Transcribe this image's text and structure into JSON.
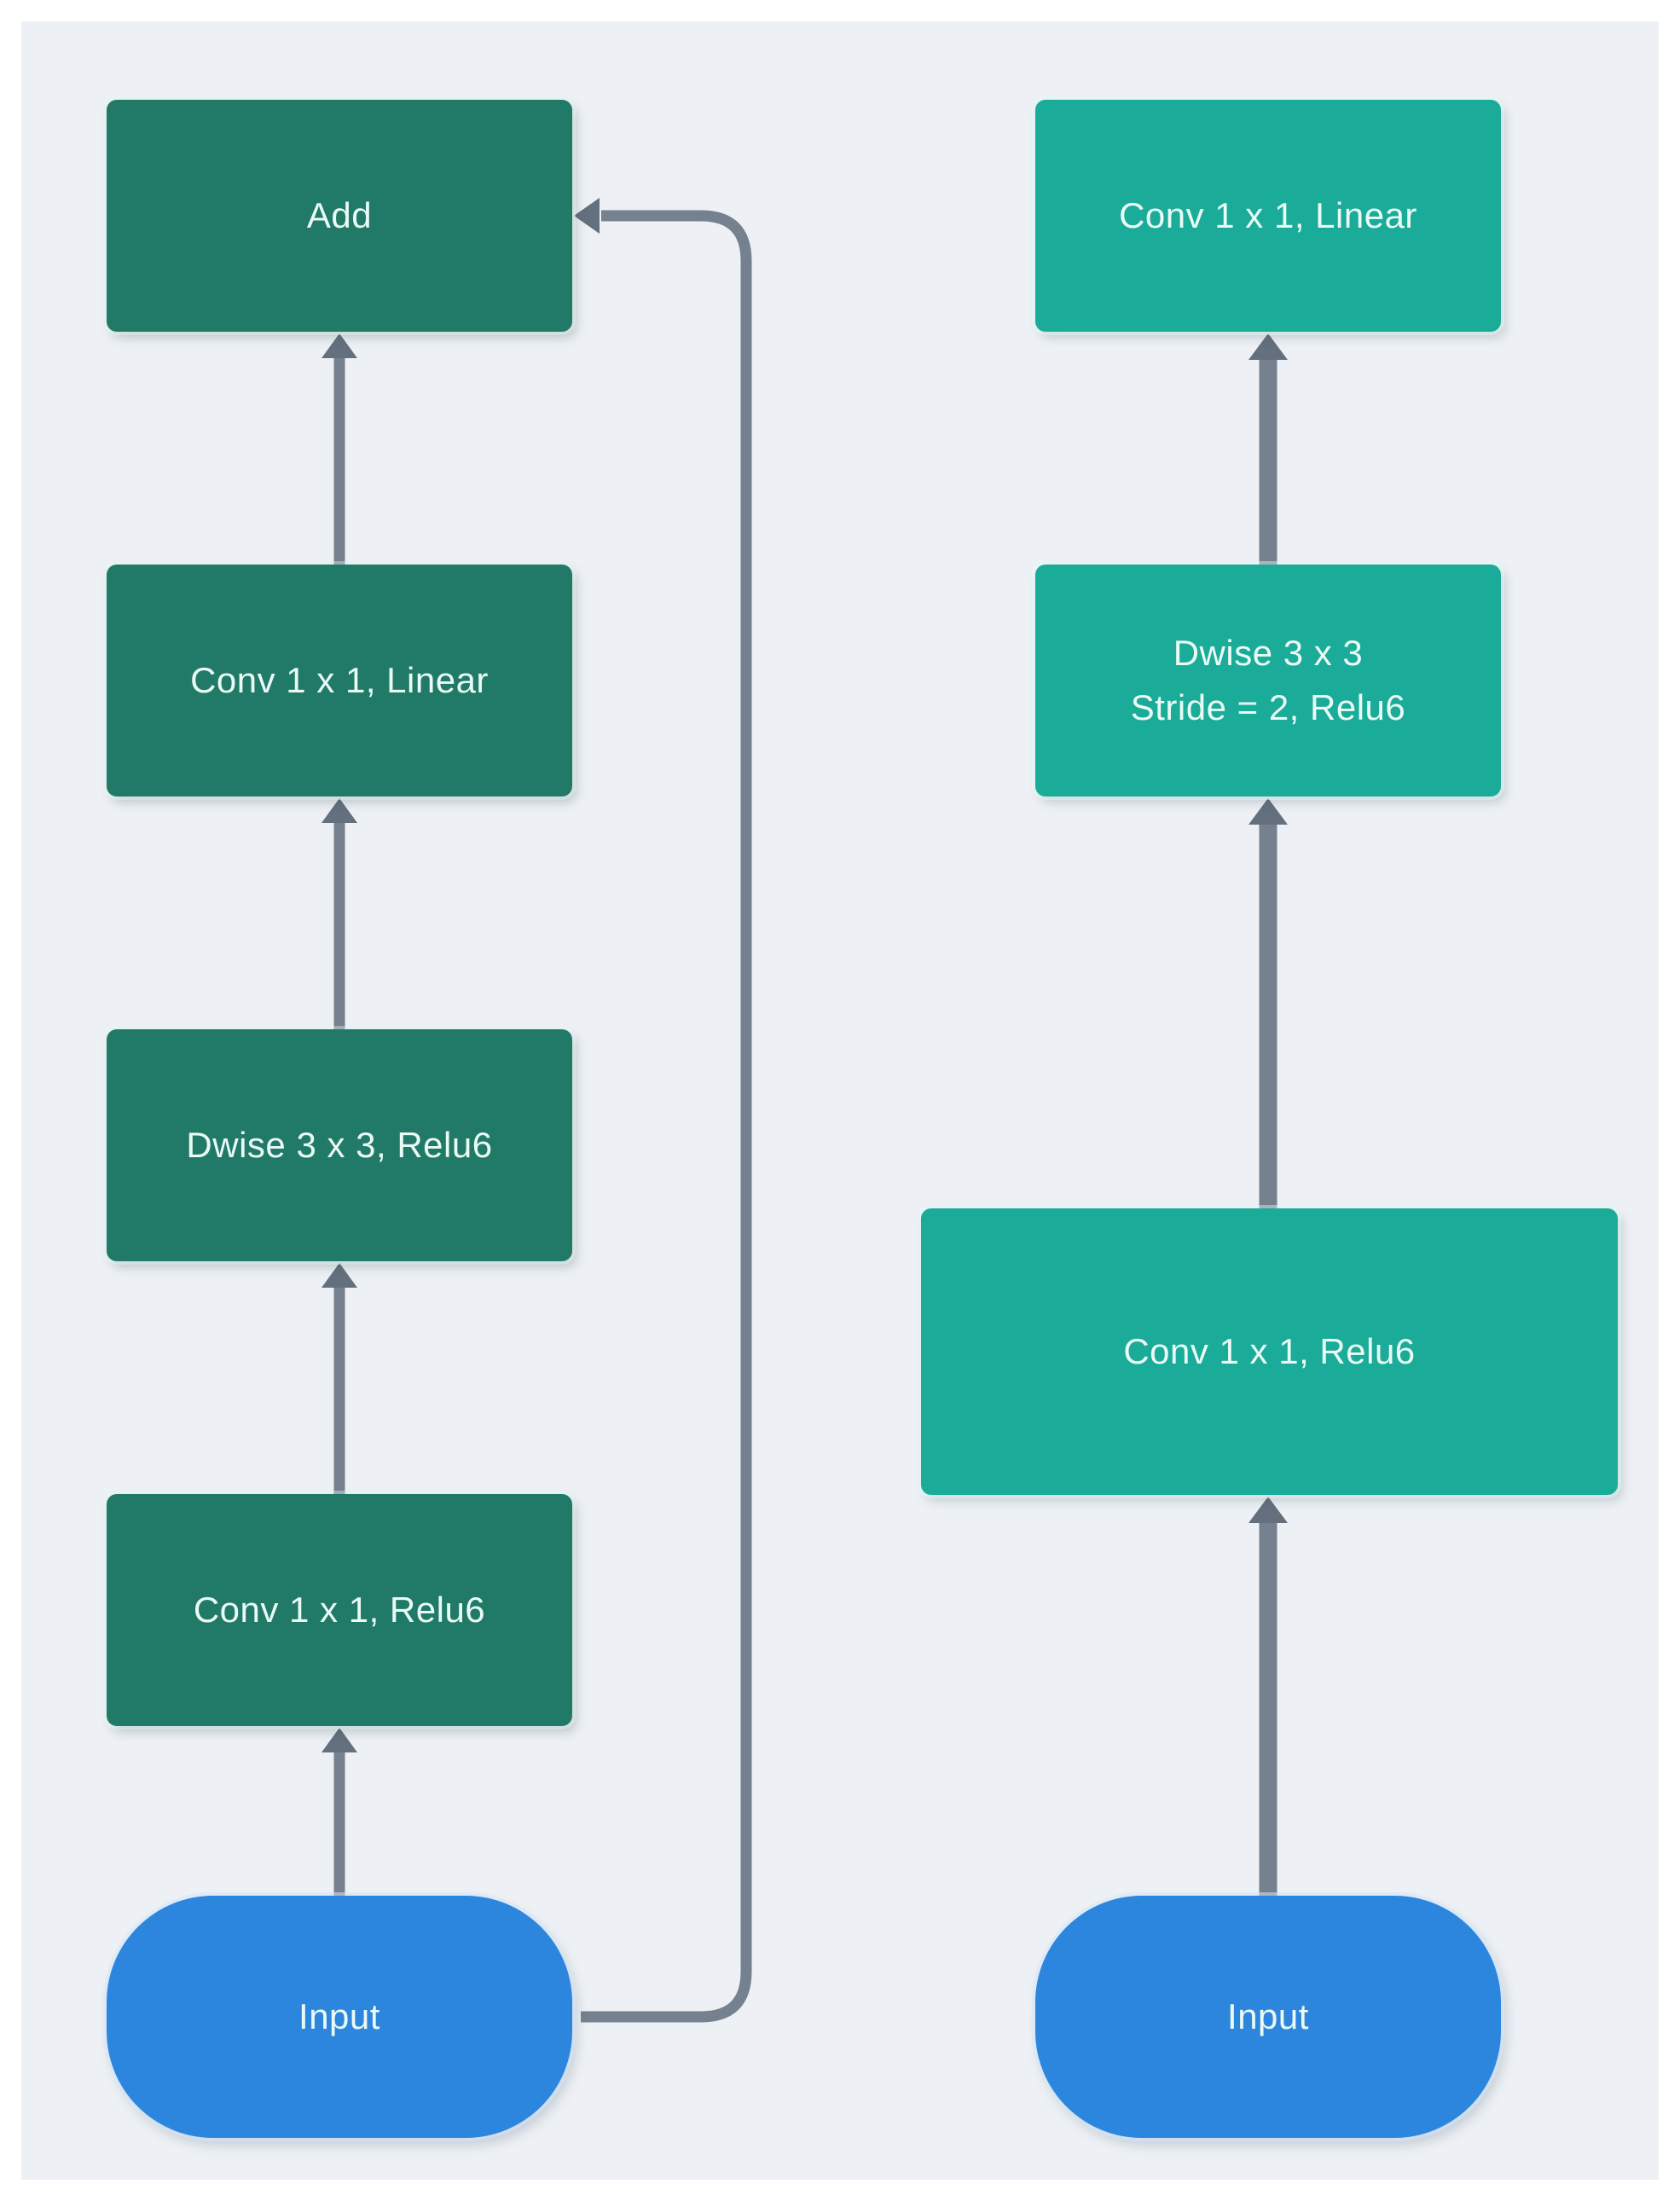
{
  "diagram": {
    "description": "Two inverted-residual convolution block diagrams (stride 1 block with Add skip connection, stride 2 block)",
    "colors": {
      "panel_bg": "#edf1f5",
      "dark_green": "#217a68",
      "light_teal": "#1bab99",
      "input_blue": "#2d86dd",
      "arrow_stem": "#75818e",
      "arrow_head": "#64707d",
      "label_color": "#eafaf4"
    },
    "left_column": {
      "nodes": [
        {
          "id": "add",
          "label": "Add",
          "shape": "rect",
          "color": "#217a68"
        },
        {
          "id": "conv1x1_linear",
          "label": "Conv 1 x 1, Linear",
          "shape": "rect",
          "color": "#217a68"
        },
        {
          "id": "dwise3x3_relu6",
          "label": "Dwise 3 x 3, Relu6",
          "shape": "rect",
          "color": "#217a68"
        },
        {
          "id": "conv1x1_relu6",
          "label": "Conv 1 x 1, Relu6",
          "shape": "rect",
          "color": "#217a68"
        },
        {
          "id": "input",
          "label": "Input",
          "shape": "capsule",
          "color": "#2d86dd"
        }
      ],
      "edges": [
        {
          "from": "input",
          "to": "conv1x1_relu6",
          "type": "arrow-up"
        },
        {
          "from": "conv1x1_relu6",
          "to": "dwise3x3_relu6",
          "type": "arrow-up"
        },
        {
          "from": "dwise3x3_relu6",
          "to": "conv1x1_linear",
          "type": "arrow-up"
        },
        {
          "from": "conv1x1_linear",
          "to": "add",
          "type": "arrow-up"
        },
        {
          "from": "input",
          "to": "add",
          "type": "skip-connection"
        }
      ]
    },
    "right_column": {
      "nodes": [
        {
          "id": "conv1x1_linear",
          "label": "Conv 1 x 1, Linear",
          "shape": "rect",
          "color": "#1bab99"
        },
        {
          "id": "dwise3x3_stride2",
          "label": "Dwise 3 x 3",
          "label2": "Stride = 2, Relu6",
          "shape": "rect",
          "color": "#1bab99"
        },
        {
          "id": "conv1x1_relu6",
          "label": "Conv 1 x 1, Relu6",
          "shape": "rect-wide",
          "color": "#1bab99"
        },
        {
          "id": "input",
          "label": "Input",
          "shape": "capsule",
          "color": "#2d86dd"
        }
      ],
      "edges": [
        {
          "from": "input",
          "to": "conv1x1_relu6",
          "type": "arrow-up"
        },
        {
          "from": "conv1x1_relu6",
          "to": "dwise3x3_stride2",
          "type": "arrow-up"
        },
        {
          "from": "dwise3x3_stride2",
          "to": "conv1x1_linear",
          "type": "arrow-up"
        }
      ]
    }
  }
}
